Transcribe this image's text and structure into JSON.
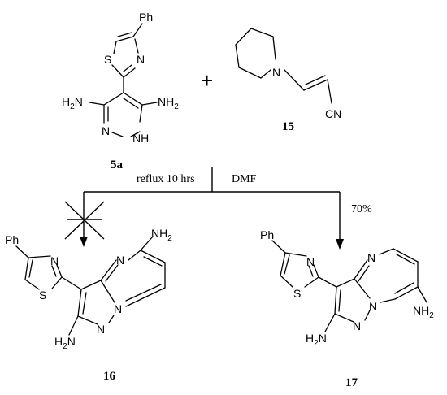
{
  "compounds": {
    "c5a": {
      "id": "5a",
      "phenyl": "Ph",
      "amine_left": "H2N",
      "amine_right": "NH2",
      "ring_n": "N",
      "ring_nh": "NH",
      "s": "S",
      "thiazole_n": "N"
    },
    "c15": {
      "id": "15",
      "n": "N",
      "nitrile": "CN"
    },
    "c16": {
      "id": "16",
      "phenyl": "Ph",
      "amine_top": "NH2",
      "amine_bottom": "H2N",
      "s": "S",
      "thiazole_n": "N",
      "pyrimidine_n": "N",
      "bridge_n": "N",
      "pyrazole_n": "N"
    },
    "c17": {
      "id": "17",
      "phenyl": "Ph",
      "amine_right": "NH2",
      "amine_bottom": "H2N",
      "s": "S",
      "thiazole_n": "N",
      "pyrimidine_n": "N",
      "bridge_n": "N",
      "pyrazole_n": "N"
    }
  },
  "reaction": {
    "plus": "+",
    "condition_left": "reflux 10 hrs",
    "condition_right": "DMF",
    "yield_right": "70%"
  }
}
